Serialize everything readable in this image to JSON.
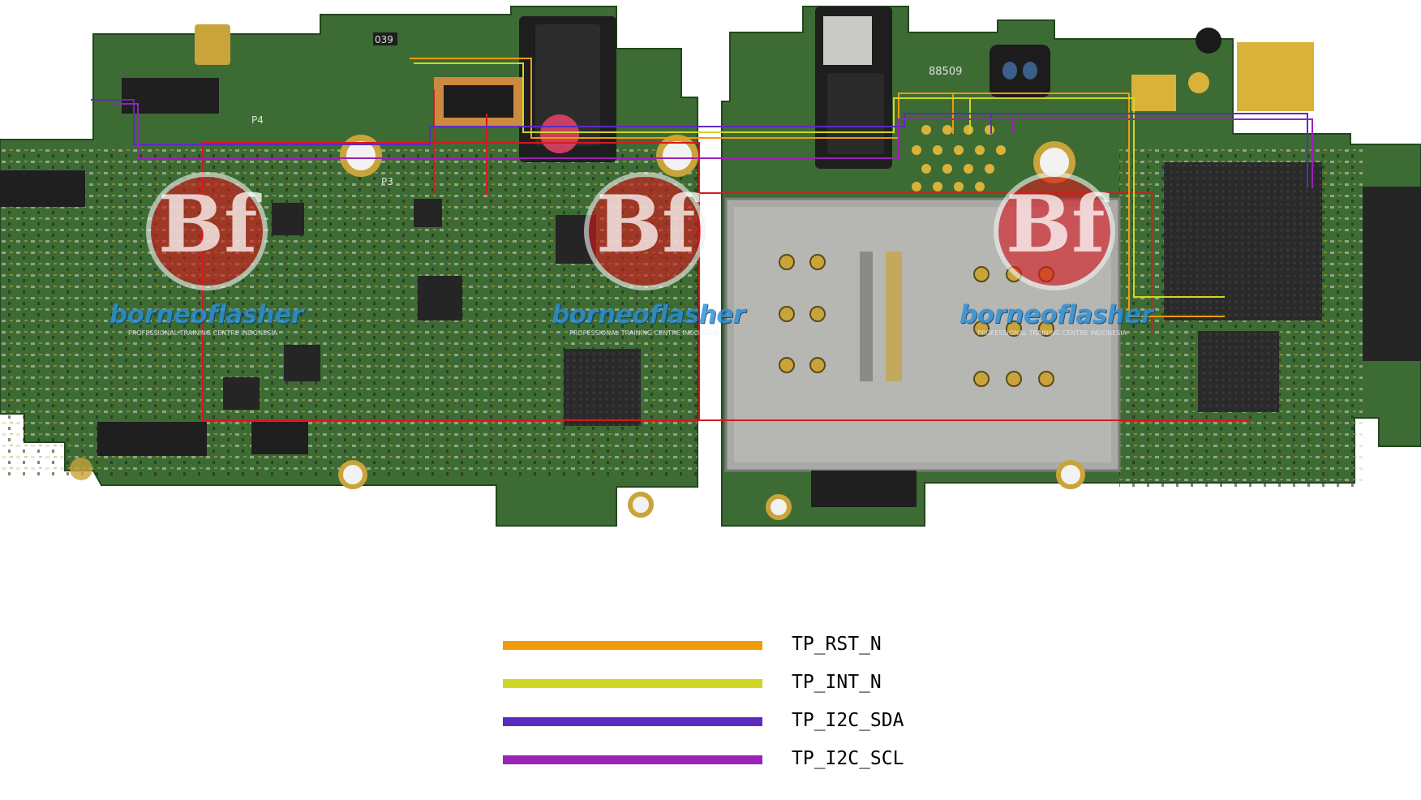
{
  "board": {
    "left_panel_name": "pcb-left",
    "right_panel_name": "pcb-right",
    "colors": {
      "pcb": "#3d6b34",
      "pcb_dark": "#2c5128",
      "gold": "#c9a43a",
      "shield": "#a9a9a6",
      "chip": "#252525",
      "highlight_red": "#d6191f"
    },
    "silkscreen": {
      "p4": "P4",
      "p3": "P3",
      "code_039": "039",
      "code_88509": "88509"
    }
  },
  "watermark": {
    "brand": "borneoflasher",
    "tagline": "PROFESSIONAL TRAINING CENTRE INDONESIA",
    "logo_text": "Bf"
  },
  "legend": {
    "items": [
      {
        "label": "TP_RST_N",
        "color": "#f39a0a"
      },
      {
        "label": "TP_INT_N",
        "color": "#cfd625"
      },
      {
        "label": "TP_I2C_SDA",
        "color": "#5b2cbf"
      },
      {
        "label": "TP_I2C_SCL",
        "color": "#9b22b6"
      }
    ]
  }
}
